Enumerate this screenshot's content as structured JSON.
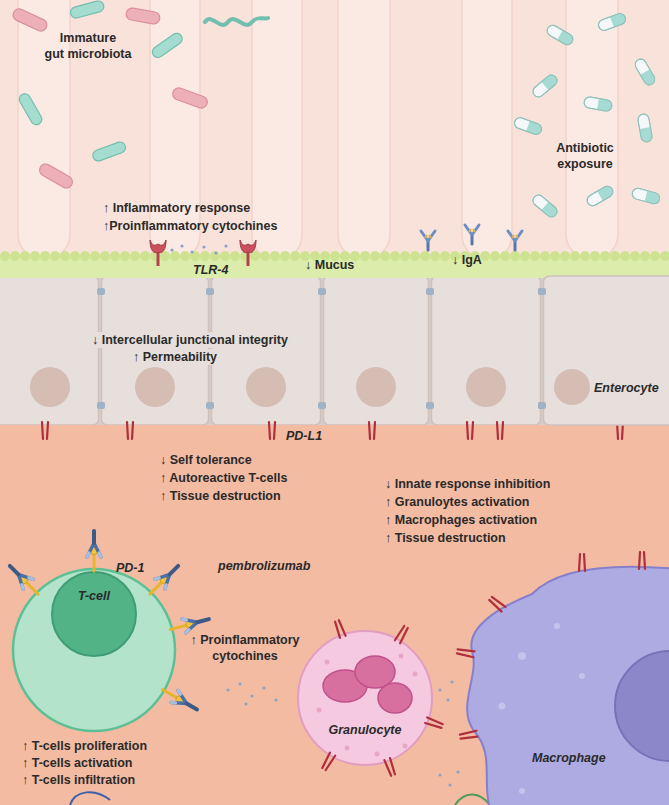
{
  "diagram": {
    "nodes": [
      {
        "text": [
          "Enterocyte"
        ]
      },
      {
        "text": [
          "T-cell"
        ]
      },
      {
        "text": [
          "Granulocyte"
        ]
      },
      {
        "text": [
          "Macrophage"
        ]
      }
    ],
    "labels": [
      "Immature gut microbiota",
      "Antibiotic exposure",
      "↑ Inflammatory response",
      "↑Proinflammatory cytochines",
      "TLR-4",
      "↓ Mucus",
      "↓ IgA",
      "↓ Intercellular junctional integrity",
      "↑ Permeability",
      "PD-L1",
      "↓ Self tolerance",
      "↑ Autoreactive T-cells",
      "↑ Tissue destruction",
      "↓ Innate response inhibition",
      "↑ Granuloytes activation",
      "↑ Macrophages activation",
      "↑ Tissue destruction",
      "pembrolizumab",
      "PD-1",
      "↑ Proinflammatory cytochines",
      "↑ T-cells proliferation",
      "↑ T-cells activation",
      "↑ T-cells infiltration"
    ]
  }
}
